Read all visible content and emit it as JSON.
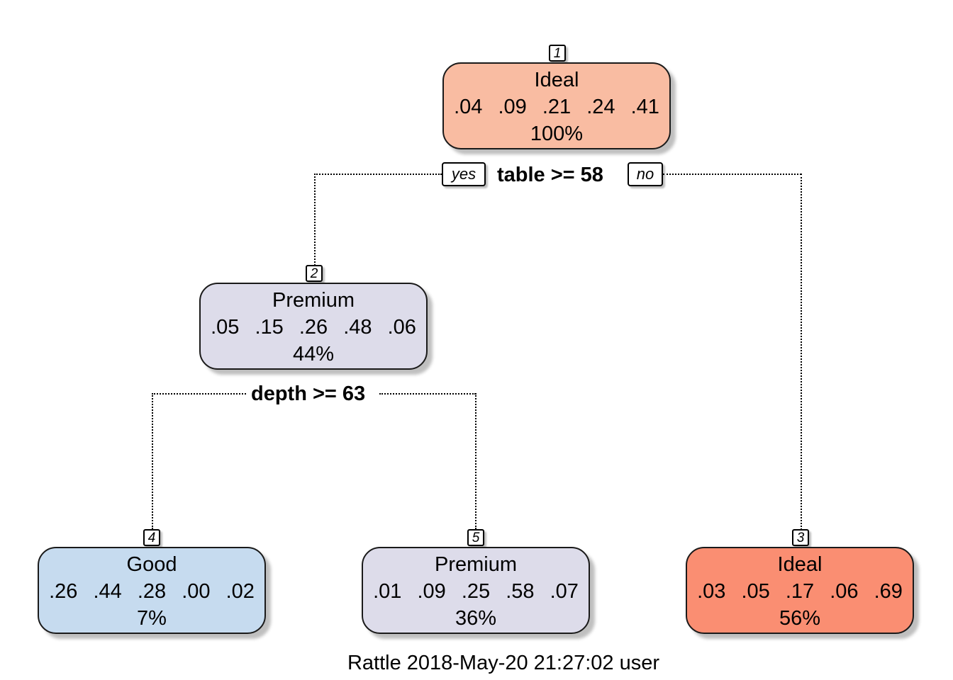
{
  "colors": {
    "node1": "#f9bca2",
    "node2": "#dddcea",
    "node3": "#fa8e72",
    "node4": "#c6dbef",
    "node5": "#dddcea"
  },
  "nodes": {
    "n1": {
      "id": "1",
      "label": "Ideal",
      "probs": ".04 .09 .21 .24 .41",
      "pct": "100%"
    },
    "n2": {
      "id": "2",
      "label": "Premium",
      "probs": ".05 .15 .26 .48 .06",
      "pct": "44%"
    },
    "n3": {
      "id": "3",
      "label": "Ideal",
      "probs": ".03 .05 .17 .06 .69",
      "pct": "56%"
    },
    "n4": {
      "id": "4",
      "label": "Good",
      "probs": ".26 .44 .28 .00 .02",
      "pct": "7%"
    },
    "n5": {
      "id": "5",
      "label": "Premium",
      "probs": ".01 .09 .25 .58 .07",
      "pct": "36%"
    }
  },
  "splits": {
    "root": "table >= 58",
    "node2": "depth >= 63"
  },
  "branch_labels": {
    "yes": "yes",
    "no": "no"
  },
  "caption": "Rattle 2018-May-20 21:27:02 user"
}
